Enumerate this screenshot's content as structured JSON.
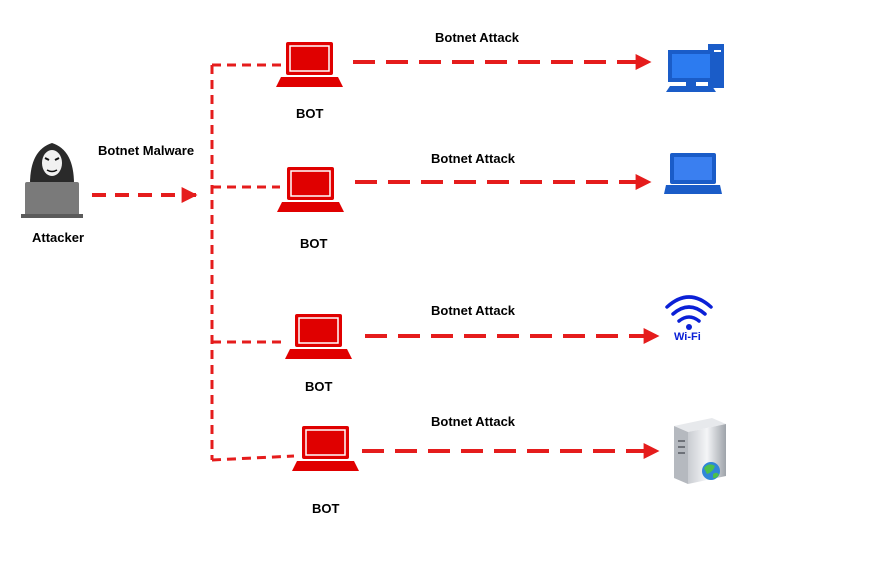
{
  "attacker": {
    "label": "Attacker",
    "icon": "hacker-laptop-icon"
  },
  "malware_label": "Botnet Malware",
  "bots": [
    {
      "label": "BOT",
      "icon": "red-laptop-icon"
    },
    {
      "label": "BOT",
      "icon": "red-laptop-icon"
    },
    {
      "label": "BOT",
      "icon": "red-laptop-icon"
    },
    {
      "label": "BOT",
      "icon": "red-laptop-icon"
    }
  ],
  "attacks": [
    {
      "label": "Botnet Attack",
      "target_icon": "desktop-computer-icon"
    },
    {
      "label": "Botnet Attack",
      "target_icon": "laptop-icon"
    },
    {
      "label": "Botnet Attack",
      "target_icon": "wifi-icon",
      "target_text": "Wi-Fi"
    },
    {
      "label": "Botnet Attack",
      "target_icon": "web-server-icon"
    }
  ],
  "colors": {
    "arrow": "#e51c1c",
    "bot": "#e00000",
    "device_blue": "#1a5cc8",
    "wifi_blue": "#0b20d6"
  }
}
